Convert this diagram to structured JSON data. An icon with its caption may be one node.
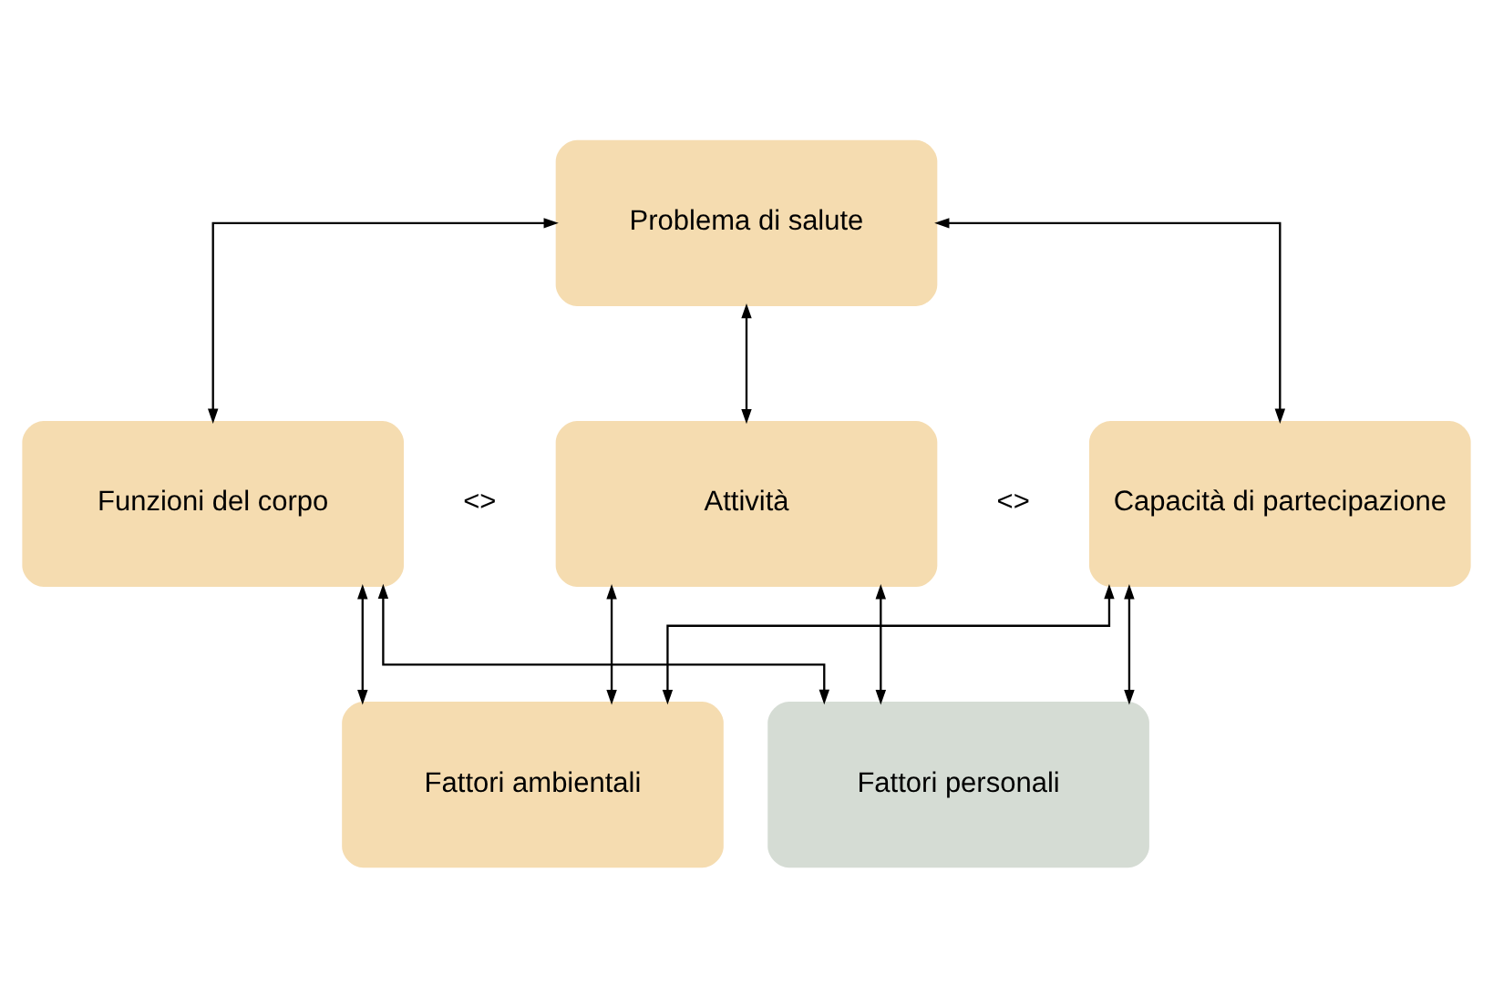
{
  "diagram": {
    "nodes": [
      {
        "text": [
          "Problema di salute"
        ]
      },
      {
        "text": [
          "Funzioni del corpo"
        ]
      },
      {
        "text": [
          "Attività"
        ]
      },
      {
        "text": [
          "Capacità di partecipazione"
        ]
      },
      {
        "text": [
          "Fattori ambientali"
        ]
      },
      {
        "text": [
          "Fattori personali"
        ]
      }
    ],
    "edges": [
      {
        "from": 0,
        "to": 1,
        "arrow": "both"
      },
      {
        "from": 0,
        "to": 2,
        "arrow": "both"
      },
      {
        "from": 0,
        "to": 3,
        "arrow": "both"
      },
      {
        "from": 4,
        "to": 1,
        "arrow": "both"
      },
      {
        "from": 4,
        "to": 2,
        "arrow": "both"
      },
      {
        "from": 4,
        "to": 3,
        "arrow": "both"
      },
      {
        "from": 5,
        "to": 1,
        "arrow": "both"
      },
      {
        "from": 5,
        "to": 2,
        "arrow": "both"
      },
      {
        "from": 5,
        "to": 3,
        "arrow": "both"
      }
    ],
    "labels": [
      "<>",
      "<>"
    ]
  }
}
